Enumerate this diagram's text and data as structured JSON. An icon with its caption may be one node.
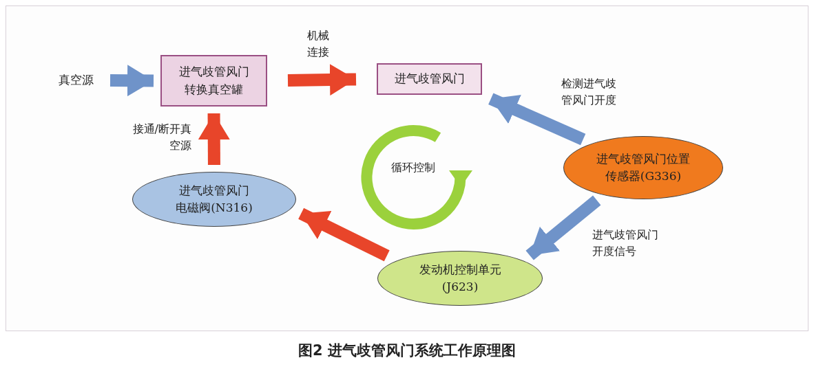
{
  "diagram": {
    "caption": "图2 进气歧管风门系统工作原理图",
    "nodes": [
      {
        "text": [
          "真空源"
        ]
      },
      {
        "text": [
          "进气歧管风门转换真空罐"
        ]
      },
      {
        "text": [
          "进气歧管风门"
        ]
      },
      {
        "text": [
          "进气歧管风门位置传感器(G336)"
        ]
      },
      {
        "text": [
          "发动机控制单元(J623)"
        ]
      },
      {
        "text": [
          "进气歧管风门电磁阀(N316)"
        ]
      }
    ],
    "edges": [
      {
        "from": 0,
        "to": 1,
        "arrow": "to",
        "color": "#6f93c9"
      },
      {
        "from": 1,
        "to": 2,
        "arrow": "to",
        "label": "机械连接",
        "color": "#e8452a"
      },
      {
        "from": 3,
        "to": 2,
        "arrow": "to",
        "label": "检测进气歧管风门开度",
        "color": "#6f93c9"
      },
      {
        "from": 3,
        "to": 4,
        "arrow": "to",
        "label": "进气歧管风门开度信号",
        "color": "#6f93c9"
      },
      {
        "from": 4,
        "to": 5,
        "arrow": "to",
        "color": "#e8452a"
      },
      {
        "from": 5,
        "to": 1,
        "arrow": "to",
        "label": "接通/断开真空源",
        "color": "#e8452a"
      }
    ],
    "labels": [
      "循环控制"
    ]
  }
}
